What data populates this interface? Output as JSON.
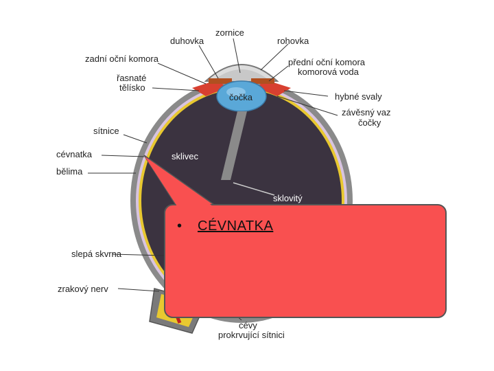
{
  "labels": {
    "zornice": "zornice",
    "duhovka": "duhovka",
    "rohovka": "rohovka",
    "zadni_ocni_komora": "zadní oční komora",
    "predni_ocni_komora_line1": "přední oční komora",
    "predni_ocni_komora_line2": "komorová voda",
    "rasnate_line1": "řasnaté",
    "rasnate_line2": "tělísko",
    "cocka": "čočka",
    "hybne_svaly": "hybné svaly",
    "zavesny_vaz_line1": "závěsný vaz",
    "zavesny_vaz_line2": "čočky",
    "sitnice": "sítnice",
    "cevnatka": "cévnatka",
    "belima": "bělima",
    "sklivec": "sklivec",
    "sklovity": "sklovitý",
    "slepa_skvrna": "slepá skvrna",
    "zrakovy_nerv": "zrakový nerv",
    "cevy_line1": "cévy",
    "cevy_line2": "prokrvující sítnici"
  },
  "callout": {
    "bullet": "•",
    "term": "CÉVNATKA"
  },
  "colors": {
    "callout_fill": "#f95050",
    "callout_border": "#555555",
    "eye_interior": "#3b3340",
    "sclera": "#8a8a8a",
    "lens": "#5aa8d8",
    "muscles": "#d84030"
  }
}
